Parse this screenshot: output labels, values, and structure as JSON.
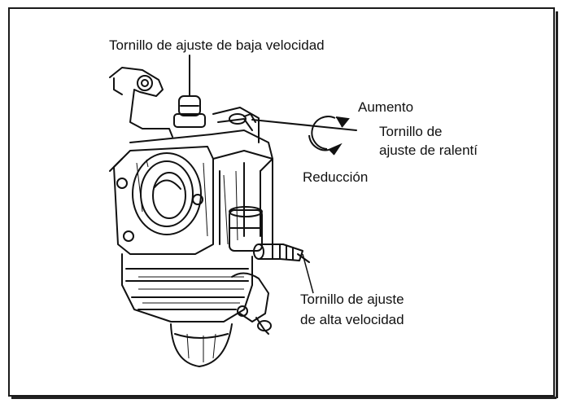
{
  "labels": {
    "low_speed": "Tornillo de ajuste de baja velocidad",
    "increase": "Aumento",
    "idle_line1": "Tornillo de",
    "idle_line2": "ajuste de ralentí",
    "decrease": "Reducción",
    "high_line1": "Tornillo de ajuste",
    "high_line2": "de alta velocidad"
  },
  "colors": {
    "ink": "#111111",
    "paper": "#ffffff"
  },
  "icons": [
    "rotation-arrow-icon"
  ]
}
